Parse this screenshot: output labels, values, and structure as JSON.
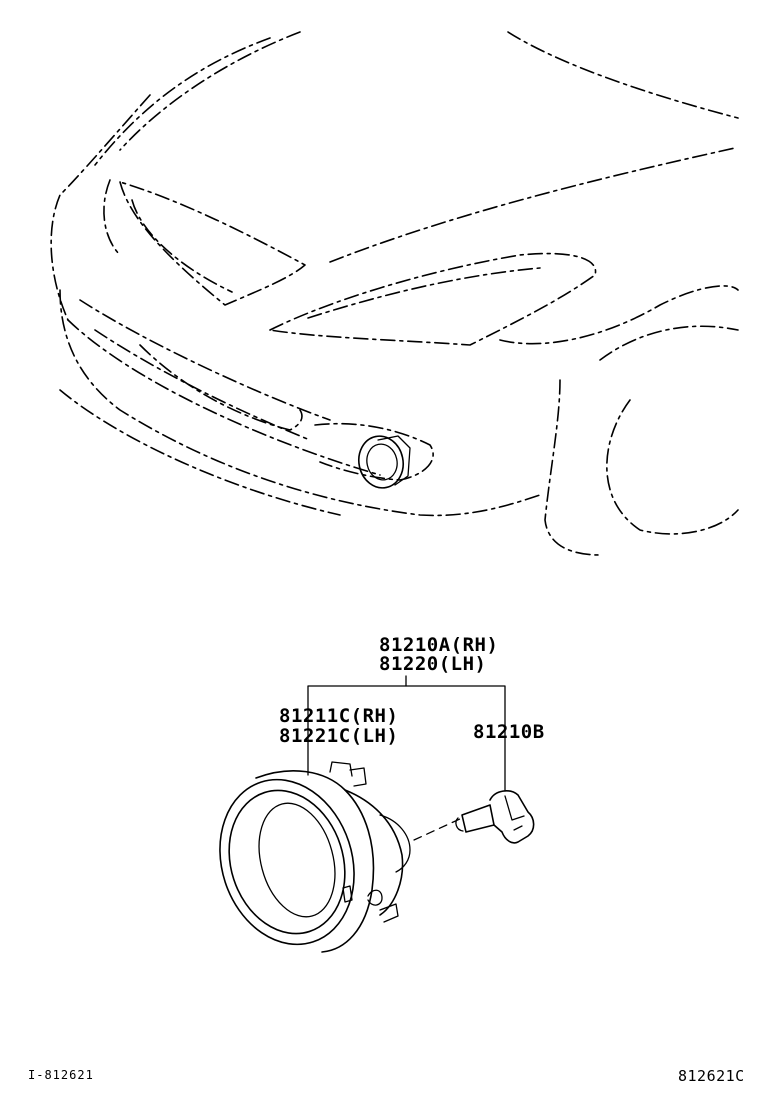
{
  "callouts": {
    "fog_lamp_assy_rh": "81210A(RH)",
    "fog_lamp_assy_lh": "81220(LH)",
    "lamp_unit_rh": "81211C(RH)",
    "lamp_unit_lh": "81221C(LH)",
    "bulb": "81210B"
  },
  "footer": {
    "left_code": "I-812621",
    "right_code": "812621C"
  }
}
